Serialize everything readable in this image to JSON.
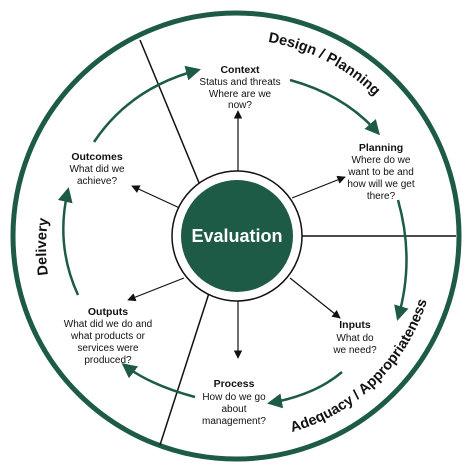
{
  "colors": {
    "ring": "#1d5b47",
    "center_fill": "#1d5b47",
    "text": "#111111",
    "center_text": "#ffffff",
    "dividers": "#111111"
  },
  "center": {
    "label": "Evaluation"
  },
  "sectors": {
    "design_planning": "Design / Planning",
    "delivery": "Delivery",
    "adequacy_appropriateness": "Adequacy / Appropriateness"
  },
  "nodes": {
    "context": {
      "title": "Context",
      "lines": [
        "Status and threats",
        "Where are we",
        "now?"
      ]
    },
    "planning": {
      "title": "Planning",
      "lines": [
        "Where do we",
        "want to be and",
        "how will we get",
        "there?"
      ]
    },
    "inputs": {
      "title": "Inputs",
      "lines": [
        "What do",
        "we need?"
      ]
    },
    "process": {
      "title": "Process",
      "lines": [
        "How do we go",
        "about",
        "management?"
      ]
    },
    "outputs": {
      "title": "Outputs",
      "lines": [
        "What did we do and",
        "what products or",
        "services were",
        "produced?"
      ]
    },
    "outcomes": {
      "title": "Outcomes",
      "lines": [
        "What did we",
        "achieve?"
      ]
    }
  }
}
